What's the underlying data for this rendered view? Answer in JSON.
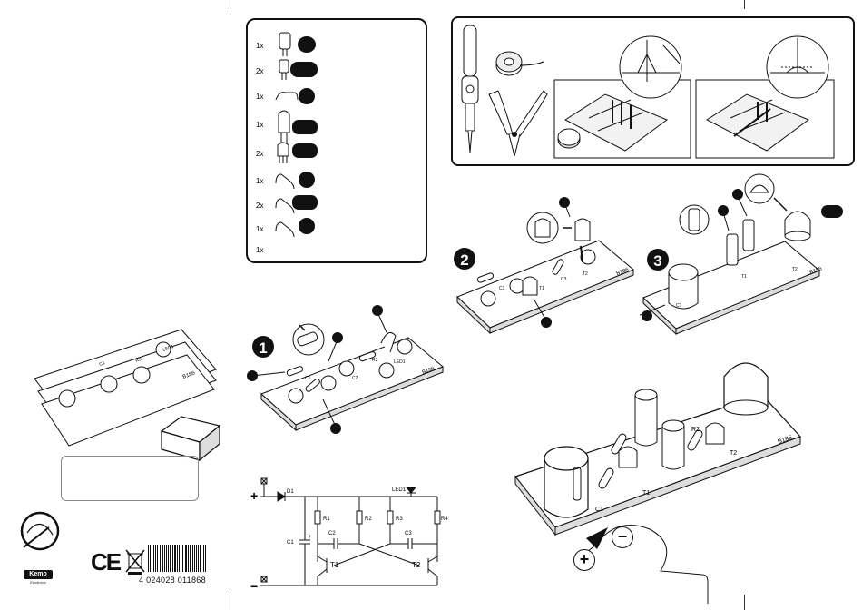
{
  "parts_list": {
    "items": [
      {
        "qty": "1x",
        "kind": "capacitor-elko",
        "badge": "round"
      },
      {
        "qty": "2x",
        "kind": "capacitor-small",
        "badge": "wide"
      },
      {
        "qty": "1x",
        "kind": "diode",
        "badge": "round"
      },
      {
        "qty": "1x",
        "kind": "led",
        "badge": "wide"
      },
      {
        "qty": "2x",
        "kind": "transistor",
        "badge": "wide"
      },
      {
        "qty": "1x",
        "kind": "resistor",
        "badge": "round"
      },
      {
        "qty": "2x",
        "kind": "resistor",
        "badge": "wide"
      },
      {
        "qty": "1x",
        "kind": "resistor",
        "badge": "round"
      },
      {
        "qty": "1x",
        "kind": "pcb",
        "badge": "none"
      }
    ]
  },
  "steps": {
    "step1": "1",
    "step2": "2",
    "step3": "3"
  },
  "pcb": {
    "code": "B186",
    "labels": {
      "r1": "R1",
      "r2": "R2",
      "r3": "R3",
      "r4": "R4",
      "c1": "C1",
      "c2": "C2",
      "c3": "C3",
      "t1": "T1",
      "t2": "T2",
      "d1": "D1",
      "led1": "LED1"
    }
  },
  "schematic": {
    "plus": "+",
    "minus": "−",
    "d1": "D1",
    "led1": "LED1",
    "r1": "R1",
    "r2": "R2",
    "r3": "R3",
    "r4": "R4",
    "c1": "C1",
    "c2": "C2",
    "c3": "C3",
    "t1": "T1",
    "t2": "T2",
    "polarity_plus": "+"
  },
  "polarity": {
    "plus": "+",
    "minus": "−"
  },
  "brand": {
    "logo": "Kemo",
    "sub": "Electronic"
  },
  "barcode": {
    "digits": "4 024028 011868"
  },
  "marks": {
    "ce": "CE"
  },
  "colors": {
    "ink": "#111111",
    "paper": "#ffffff",
    "pcb": "#f4f4f4"
  }
}
